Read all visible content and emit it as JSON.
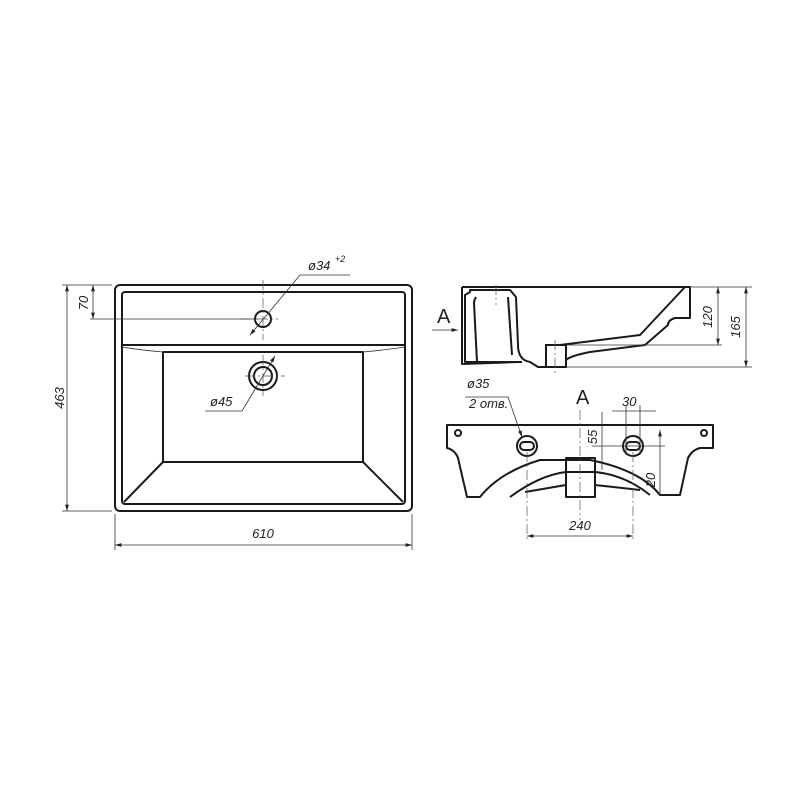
{
  "drawing": {
    "top_view": {
      "height_dim": "463",
      "tap_offset_dim": "70",
      "width_dim": "610",
      "tap_hole_dim": "ø34",
      "tap_hole_tolerance": "+2",
      "drain_dim": "ø45"
    },
    "side_view": {
      "bowl_depth_dim": "120",
      "total_height_dim": "165",
      "view_arrow_label": "A"
    },
    "front_view": {
      "view_label": "A",
      "hole_dim": "ø35",
      "hole_count": "2 отв.",
      "hole_spacing_dim": "240",
      "hole_width_dim": "30",
      "hole_vertical_dim": "55",
      "drop_dim": "20"
    },
    "colors": {
      "line": "#1a1a1a",
      "background": "#ffffff"
    }
  }
}
